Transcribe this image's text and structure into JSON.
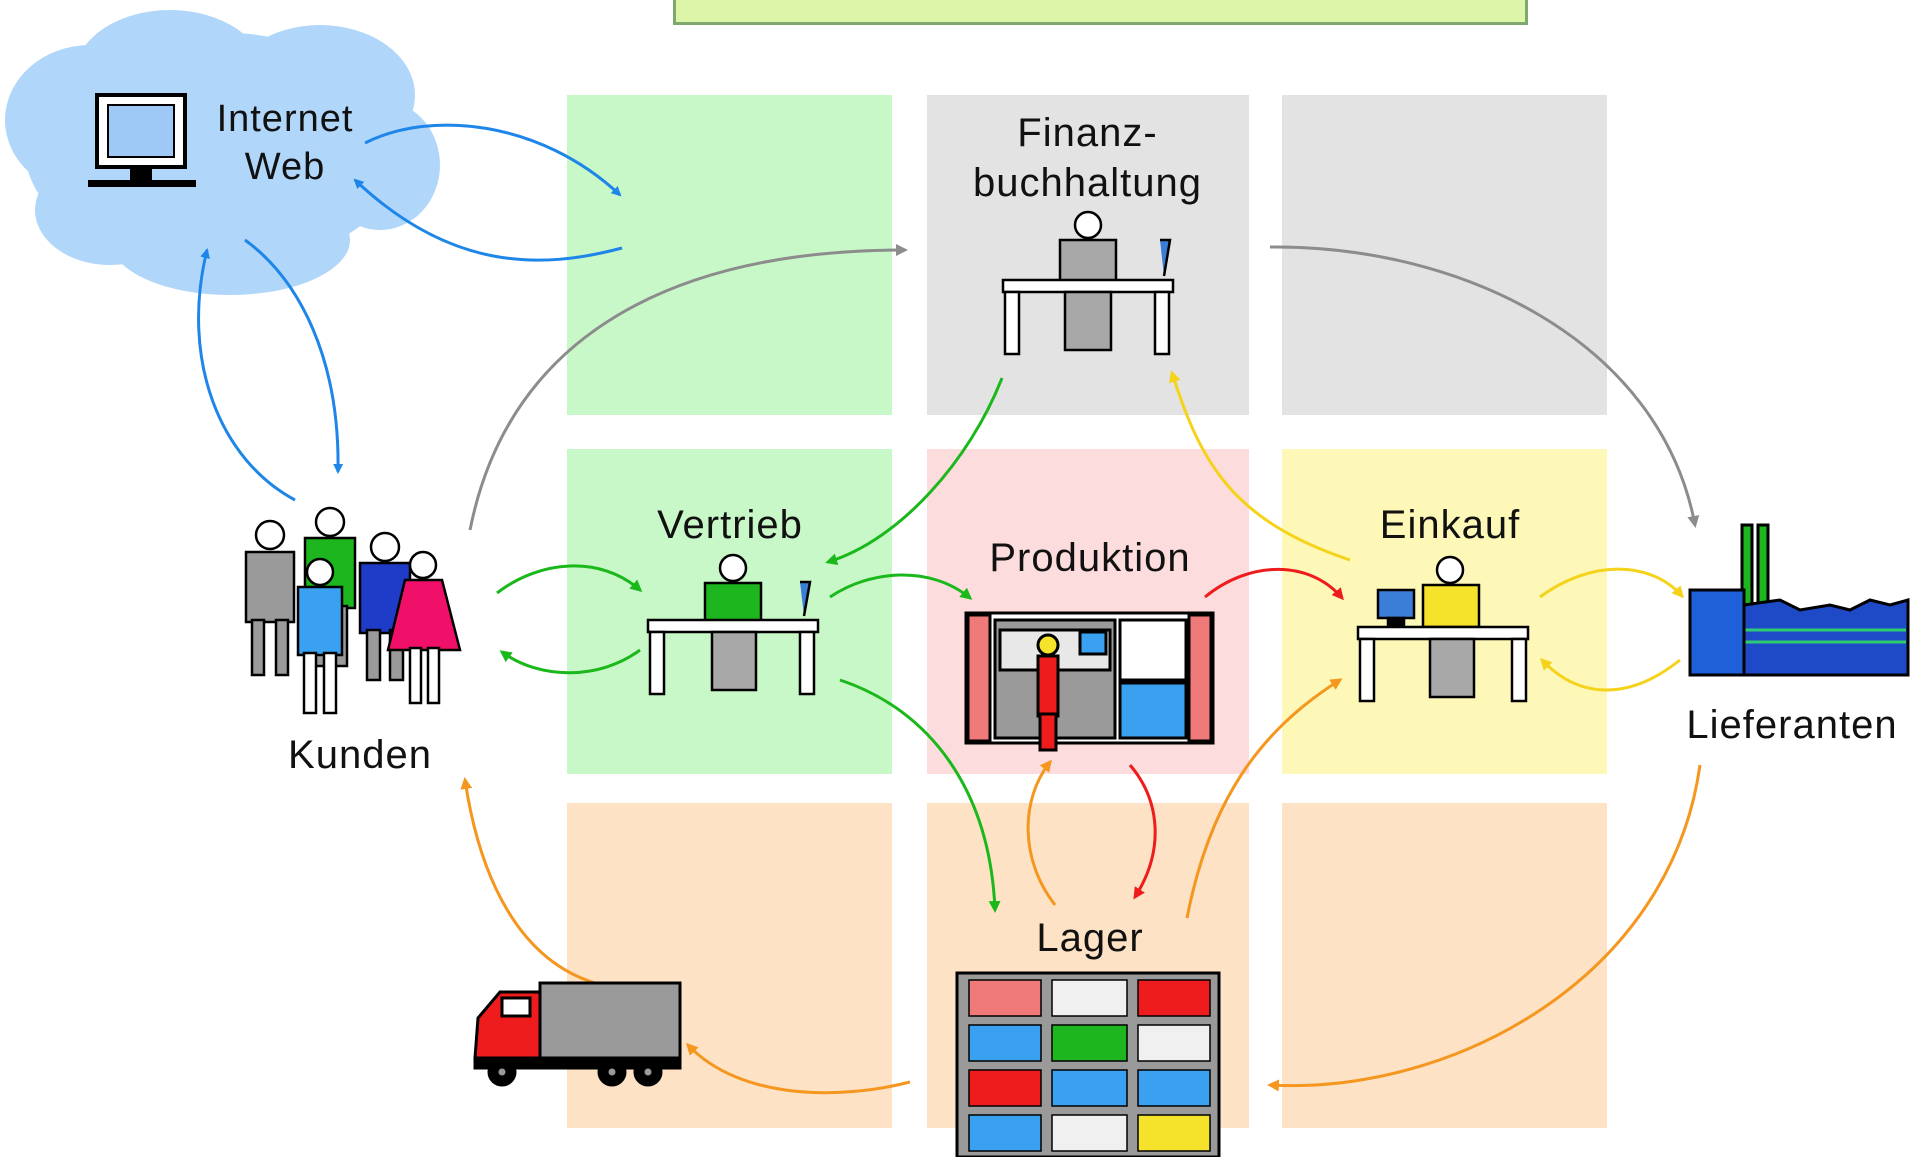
{
  "labels": {
    "internet": "Internet\nWeb",
    "finanz": "Finanz-\nbuchhaltung",
    "vertrieb": "Vertrieb",
    "produktion": "Produktion",
    "einkauf": "Einkauf",
    "kunden": "Kunden",
    "lieferanten": "Lieferanten",
    "lager": "Lager"
  },
  "colors": {
    "green_cell": "#c8f7c8",
    "grey_cell": "#e3e3e3",
    "pink_cell": "#fcdcdc",
    "yellow_cell": "#fdf7b8",
    "peach_cell": "#fde2c5",
    "cloud": "#b0d6fa",
    "arrow_blue": "#1e86e8",
    "arrow_grey": "#8c8c8c",
    "arrow_green": "#1bb81b",
    "arrow_red": "#ee1c1c",
    "arrow_yellow": "#f5d31a",
    "arrow_orange": "#f5961e"
  },
  "icons": [
    "computer-icon",
    "people-icon",
    "clerk-desk-icon",
    "machine-operator-icon",
    "factory-icon",
    "truck-icon",
    "warehouse-rack-icon"
  ]
}
